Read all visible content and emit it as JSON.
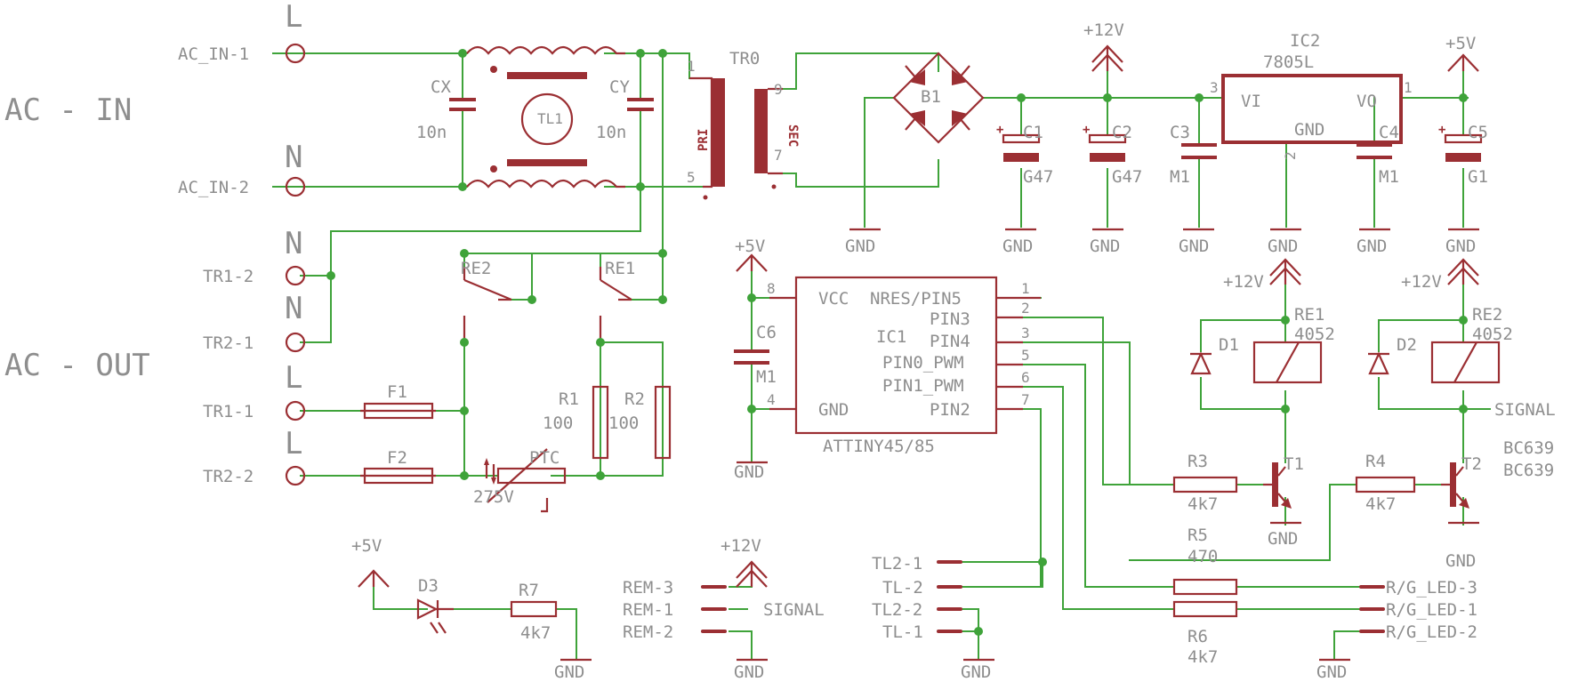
{
  "labels": {
    "section_ac_in": "AC - IN",
    "section_ac_out": "AC - OUT",
    "pol_l1": "L",
    "pol_n1": "N",
    "pol_n2": "N",
    "pol_n3": "N",
    "pol_l2": "L",
    "pol_l3": "L",
    "ac_in_1": "AC_IN-1",
    "ac_in_2": "AC_IN-2",
    "tr1_2": "TR1-2",
    "tr2_1": "TR2-1",
    "tr1_1": "TR1-1",
    "tr2_2": "TR2-2",
    "cx": "CX",
    "cx_val": "10n",
    "cy": "CY",
    "cy_val": "10n",
    "tl1": "TL1",
    "tr0": "TR0",
    "pri": "PRI",
    "sec": "SEC",
    "tr0_p1": "1",
    "tr0_p5": "5",
    "tr0_p9": "9",
    "tr0_p7": "7",
    "b1": "B1",
    "plus12_top": "+12V",
    "plus5_top": "+5V",
    "ic2": "IC2",
    "ic2_type": "7805L",
    "vi": "VI",
    "vo": "VO",
    "ic2_gnd": "GND",
    "ic2_p3": "3",
    "ic2_p1": "1",
    "ic2_p2": "2",
    "c1": "C1",
    "c1_val": "G47",
    "c2": "C2",
    "c2_val": "G47",
    "c3": "C3",
    "c3_val": "M1",
    "c4": "C4",
    "c4_val": "M1",
    "c5": "C5",
    "c5_val": "G1",
    "gnd": "GND",
    "re2": "RE2",
    "re1": "RE1",
    "f1": "F1",
    "f2": "F2",
    "r1": "R1",
    "r1_val": "100",
    "r2": "R2",
    "r2_val": "100",
    "ptc": "PTC",
    "ptc_val": "275V",
    "plus5_ic1": "+5V",
    "ic1": "IC1",
    "ic1_type": "ATTINY45/85",
    "vcc": "VCC",
    "ic1_gnd": "GND",
    "nres": "NRES/PIN5",
    "pin3": "PIN3",
    "pin4": "PIN4",
    "pin0": "PIN0_PWM",
    "pin1": "PIN1_PWM",
    "pin2": "PIN2",
    "p8": "8",
    "p4": "4",
    "p1": "1",
    "p2": "2",
    "p3": "3",
    "p5": "5",
    "p6": "6",
    "p7": "7",
    "c6": "C6",
    "c6_val": "M1",
    "plus12_re1": "+12V",
    "plus12_re2": "+12V",
    "re1_relay": "RE1",
    "re1_val": "4052",
    "re2_relay": "RE2",
    "re2_val": "4052",
    "d1": "D1",
    "d2": "D2",
    "signal": "SIGNAL",
    "r3": "R3",
    "r3_val": "4k7",
    "r4": "R4",
    "r4_val": "4k7",
    "t1": "T1",
    "t2": "T2",
    "bc639a": "BC639",
    "bc639b": "BC639",
    "r5": "R5",
    "r5_val": "470",
    "r6": "R6",
    "r6_val": "4k7",
    "plus5_d3": "+5V",
    "d3": "D3",
    "r7": "R7",
    "r7_val": "4k7",
    "plus12_rem": "+12V",
    "rem3": "REM-3",
    "rem1": "REM-1",
    "rem2": "REM-2",
    "signal2": "SIGNAL",
    "tl2_1": "TL2-1",
    "tl_2": "TL-2",
    "tl2_2": "TL2-2",
    "tl_1": "TL-1",
    "rg3": "R/G_LED-3",
    "rg1": "R/G_LED-1",
    "rg2": "R/G_LED-2"
  },
  "colors": {
    "wire": "#3fa33a",
    "component": "#9b2f33",
    "text": "#8e8e8e",
    "background": "#ffffff"
  }
}
